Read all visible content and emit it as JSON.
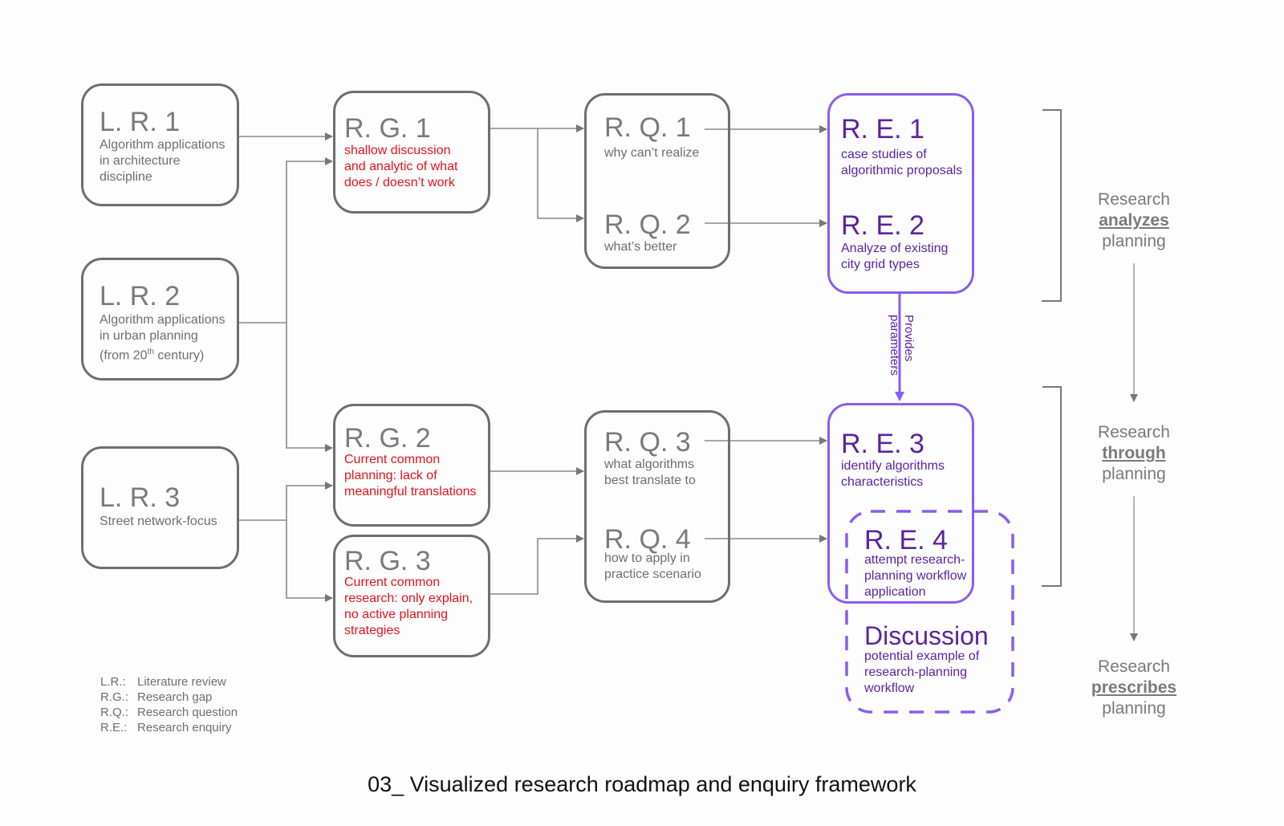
{
  "literature_reviews": [
    {
      "id": "L. R. 1",
      "text": "Algorithm applications\nin architecture\ndiscipline"
    },
    {
      "id": "L. R. 2",
      "text": "Algorithm applications\nin urban planning\n(from 20th century)"
    },
    {
      "id": "L. R. 3",
      "text": "Street network-focus"
    }
  ],
  "research_gaps": [
    {
      "id": "R. G. 1",
      "text": "shallow discussion\nand analytic of what\ndoes / doesn’t work"
    },
    {
      "id": "R. G. 2",
      "text": "Current common\nplanning: lack of\nmeaningful translations"
    },
    {
      "id": "R. G. 3",
      "text": "Current common\nresearch: only explain,\nno active planning\nstrategies"
    }
  ],
  "research_questions": [
    {
      "id": "R. Q. 1",
      "text": "why can’t realize"
    },
    {
      "id": "R. Q. 2",
      "text": "what’s better"
    },
    {
      "id": "R. Q. 3",
      "text": "what algorithms\nbest translate to"
    },
    {
      "id": "R. Q. 4",
      "text": "how to apply in\npractice scenario"
    }
  ],
  "research_enquiries": [
    {
      "id": "R. E. 1",
      "text": "case studies of\nalgorithmic proposals"
    },
    {
      "id": "R. E. 2",
      "text": "Analyze of existing\ncity grid types"
    },
    {
      "id": "R. E. 3",
      "text": "identify algorithms\ncharacteristics"
    },
    {
      "id": "R. E. 4",
      "text": "attempt research-\nplanning workflow\napplication"
    }
  ],
  "discussion": {
    "title": "Discussion",
    "text": "potential example of\nresearch-planning\nworkflow"
  },
  "link_label": {
    "line1": "Provides",
    "line2": "parameters"
  },
  "stages": [
    {
      "pre": "Research",
      "emphasis": "analyzes",
      "post": "planning"
    },
    {
      "pre": "Research",
      "emphasis": "through",
      "post": "planning"
    },
    {
      "pre": "Research",
      "emphasis": "prescribes",
      "post": "planning"
    }
  ],
  "legend": [
    {
      "abbr": "L.R.:",
      "meaning": "Literature review"
    },
    {
      "abbr": "R.G.:",
      "meaning": "Research gap"
    },
    {
      "abbr": "R.Q.:",
      "meaning": "Research question"
    },
    {
      "abbr": "R.E.:",
      "meaning": "Research enquiry"
    }
  ],
  "caption": "03_ Visualized research roadmap and enquiry framework",
  "colors": {
    "gray": "#6e6e6e",
    "red": "#e3121b",
    "purple": "#8a5cf0",
    "purple_text": "#5a23a0"
  }
}
